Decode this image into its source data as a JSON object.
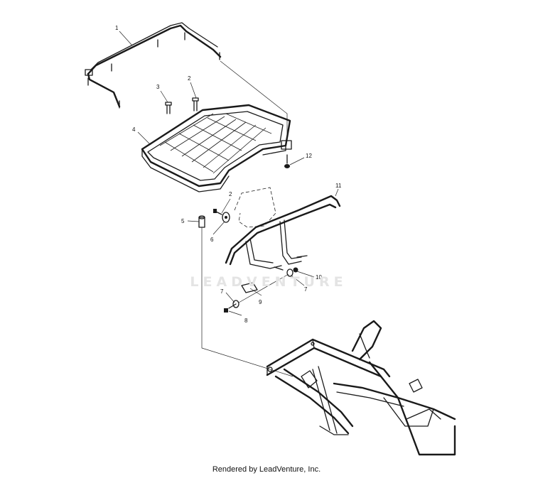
{
  "callouts": {
    "c1": "1",
    "c2a": "2",
    "c3": "3",
    "c4": "4",
    "c12": "12",
    "c2b": "2",
    "c11": "11",
    "c5": "5",
    "c6": "6",
    "c10": "10",
    "c7a": "7",
    "c7b": "7",
    "c9": "9",
    "c8": "8"
  },
  "watermark": "LEADVENTURE",
  "footer": "Rendered by LeadVenture, Inc."
}
